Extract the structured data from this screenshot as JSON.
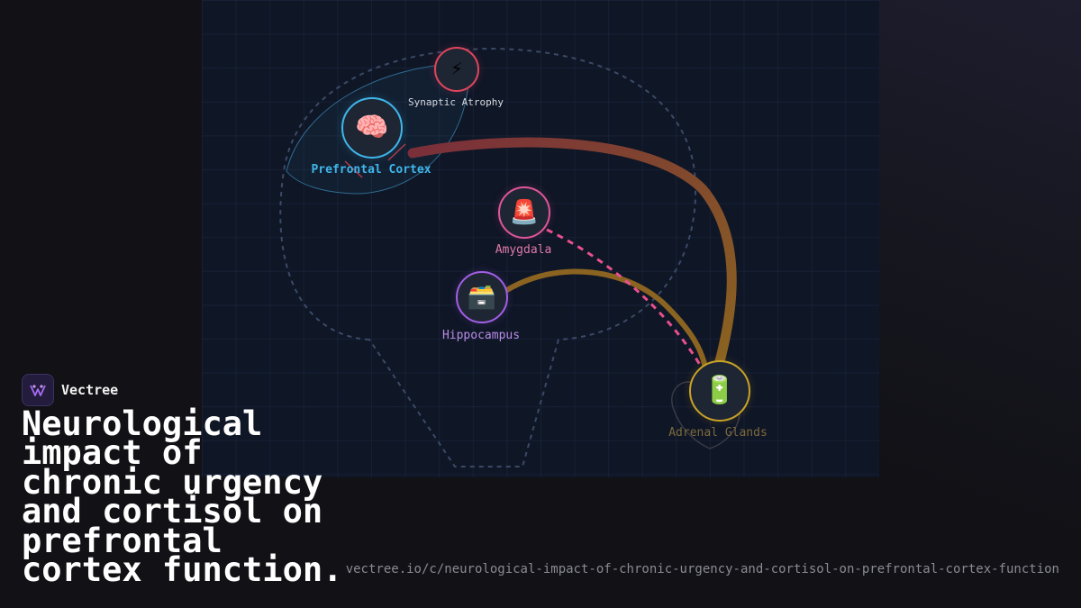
{
  "brand": {
    "name": "Vectree"
  },
  "headline": "Neurological impact of chronic urgency and cortisol on prefrontal cortex function.",
  "url": "vectree.io/c/neurological-impact-of-chronic-urgency-and-cortisol-on-prefrontal-cortex-function",
  "nodes": {
    "synaptic_atrophy": {
      "label": "Synaptic Atrophy",
      "icon": "lightning-icon",
      "glyph": "⚡",
      "color": "#e0455d"
    },
    "prefrontal_cortex": {
      "label": "Prefrontal Cortex",
      "icon": "brain-icon",
      "glyph": "🧠",
      "color": "#3fb6ea"
    },
    "amygdala": {
      "label": "Amygdala",
      "icon": "siren-icon",
      "glyph": "🚨",
      "color": "#e0559a"
    },
    "hippocampus": {
      "label": "Hippocampus",
      "icon": "card-file-box-icon",
      "glyph": "🗃️",
      "color": "#a25ee6"
    },
    "adrenal_glands": {
      "label": "Adrenal Glands",
      "icon": "battery-icon",
      "glyph": "🔋",
      "color": "#c9a227"
    }
  },
  "colors": {
    "cortisol_path": "#7a2e3a",
    "hippocampus_path": "#8a6420",
    "amygdala_path": "#e8508e"
  }
}
